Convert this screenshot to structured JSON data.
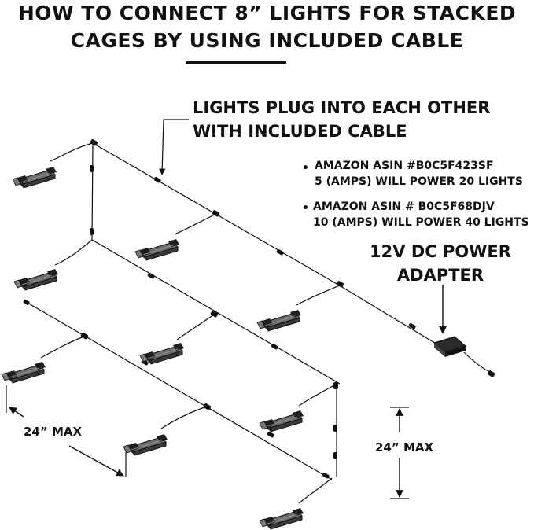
{
  "title": {
    "line1": "HOW TO CONNECT 8” LIGHTS FOR STACKED",
    "line2": "CAGES BY USING INCLUDED CABLE"
  },
  "callout": {
    "line1": "LIGHTS PLUG INTO EACH OTHER",
    "line2": "WITH INCLUDED CABLE"
  },
  "adapters": [
    {
      "bullet": "•",
      "line1": "AMAZON ASIN #B0C5F423SF",
      "line2": "5 (AMPS) WILL POWER 20 LIGHTS"
    },
    {
      "bullet": "•",
      "line1": "AMAZON ASIN # B0C5F68DJV",
      "line2": "10 (AMPS) WILL POWER 40 LIGHTS"
    }
  ],
  "power_adapter": {
    "line1": "12V DC POWER",
    "line2": "ADAPTER"
  },
  "dimensions": {
    "horizontal": "24” MAX",
    "vertical": "24” MAX"
  },
  "icons": [
    "led-light-bar-icon",
    "cable-connector-icon",
    "power-adapter-icon",
    "arrow-icon"
  ],
  "colors": {
    "line": "#111111",
    "light_body": "#6e6e6e",
    "light_cap": "#222222"
  }
}
